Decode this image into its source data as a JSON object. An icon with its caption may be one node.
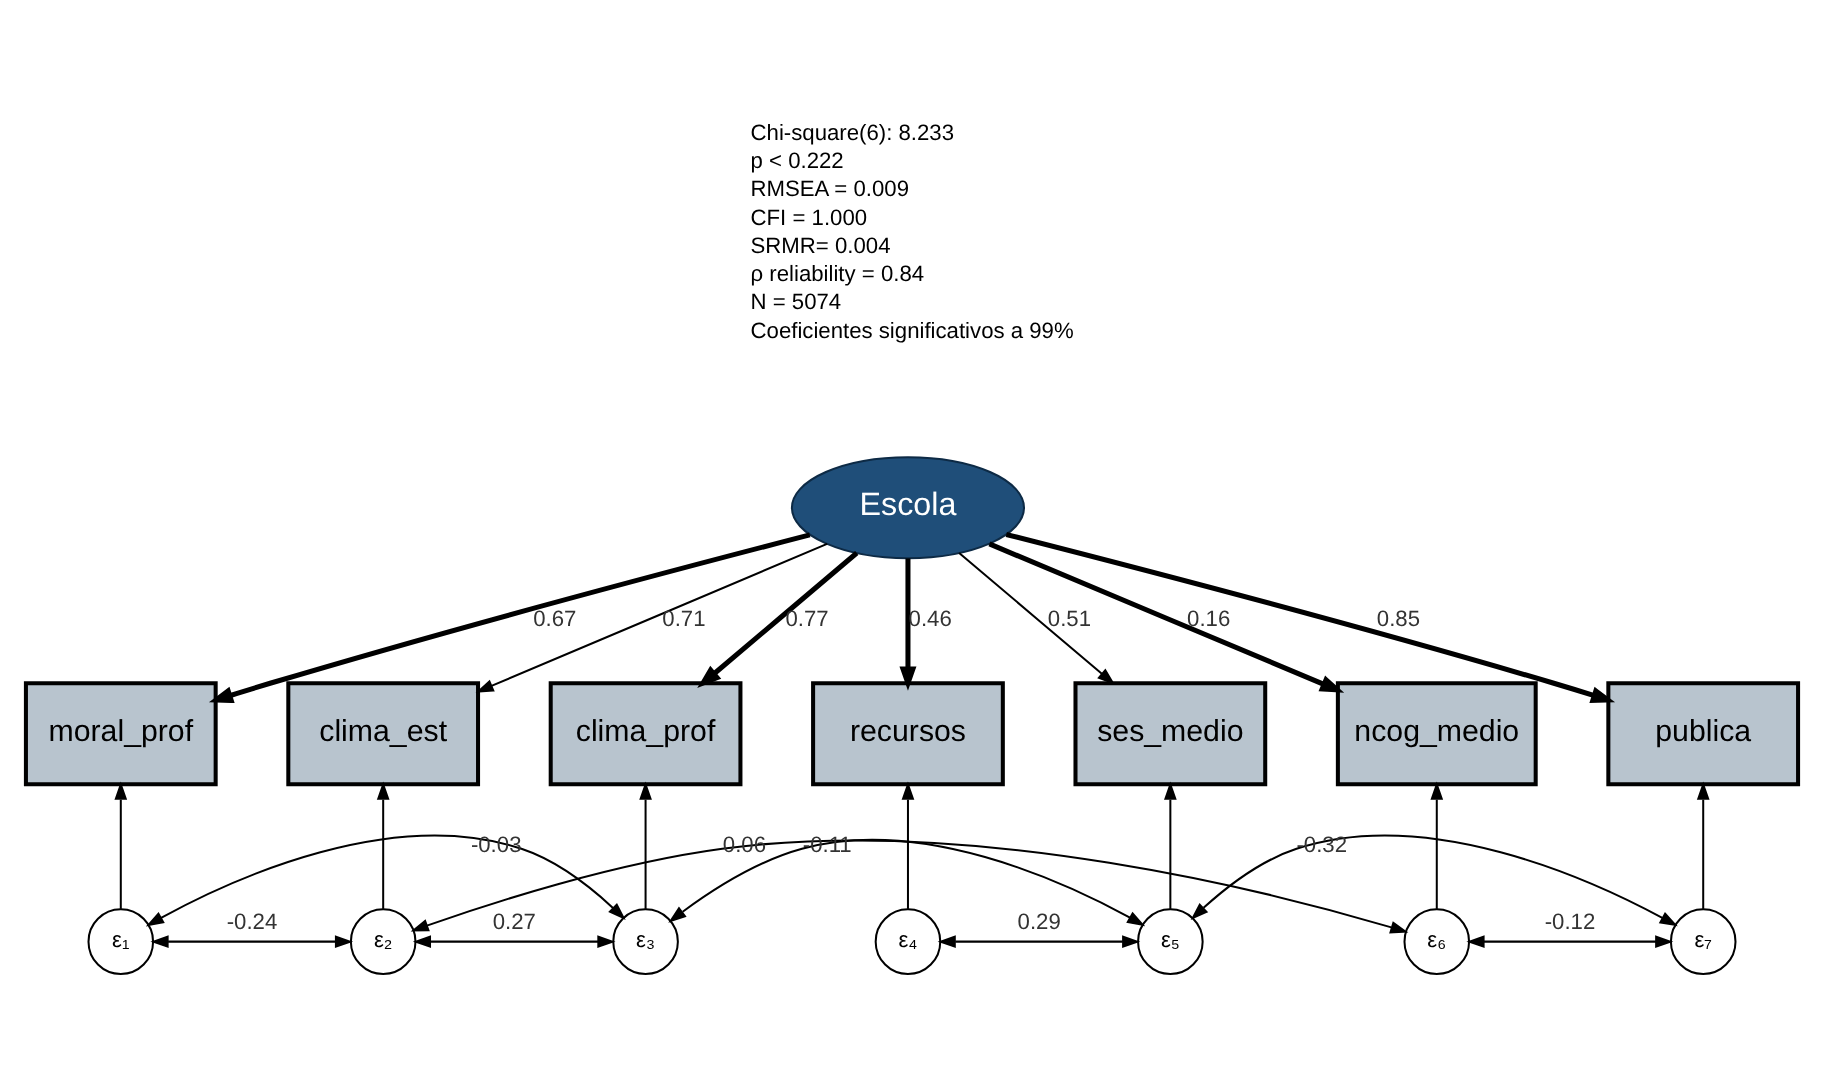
{
  "diagram": {
    "nodes": [
      {
        "text": [
          "Escola"
        ]
      },
      {
        "text": [
          "moral_prof"
        ]
      },
      {
        "text": [
          "clima_est"
        ]
      },
      {
        "text": [
          "clima_prof"
        ]
      },
      {
        "text": [
          "recursos"
        ]
      },
      {
        "text": [
          "ses_medio"
        ]
      },
      {
        "text": [
          "ncog_medio"
        ]
      },
      {
        "text": [
          "publica"
        ]
      },
      {
        "text": [
          "ε₁"
        ]
      },
      {
        "text": [
          "ε₂"
        ]
      },
      {
        "text": [
          "ε₃"
        ]
      },
      {
        "text": [
          "ε₄"
        ]
      },
      {
        "text": [
          "ε₅"
        ]
      },
      {
        "text": [
          "ε₆"
        ]
      },
      {
        "text": [
          "ε₇"
        ]
      }
    ],
    "edges": [
      {
        "from": 0,
        "to": 1,
        "arrow": "to",
        "label": "0.67",
        "style": "thick"
      },
      {
        "from": 0,
        "to": 2,
        "arrow": "to",
        "label": "0.71"
      },
      {
        "from": 0,
        "to": 3,
        "arrow": "to",
        "label": "0.77",
        "style": "thick"
      },
      {
        "from": 0,
        "to": 4,
        "arrow": "to",
        "label": "0.46",
        "style": "thick"
      },
      {
        "from": 0,
        "to": 5,
        "arrow": "to",
        "label": "0.51"
      },
      {
        "from": 0,
        "to": 6,
        "arrow": "to",
        "label": "0.16",
        "style": "thick"
      },
      {
        "from": 0,
        "to": 7,
        "arrow": "to",
        "label": "0.85",
        "style": "thick"
      },
      {
        "from": 8,
        "to": 1,
        "arrow": "to"
      },
      {
        "from": 9,
        "to": 2,
        "arrow": "to"
      },
      {
        "from": 10,
        "to": 3,
        "arrow": "to"
      },
      {
        "from": 11,
        "to": 4,
        "arrow": "to"
      },
      {
        "from": 12,
        "to": 5,
        "arrow": "to"
      },
      {
        "from": 13,
        "to": 6,
        "arrow": "to"
      },
      {
        "from": 14,
        "to": 7,
        "arrow": "to"
      },
      {
        "from": 8,
        "to": 9,
        "arrow": "both",
        "label": "-0.24"
      },
      {
        "from": 9,
        "to": 10,
        "arrow": "both",
        "label": "0.27"
      },
      {
        "from": 8,
        "to": 10,
        "arrow": "both",
        "label": "-0.03"
      },
      {
        "from": 10,
        "to": 12,
        "arrow": "both",
        "label": "-0.11"
      },
      {
        "from": 11,
        "to": 12,
        "arrow": "both",
        "label": "0.29"
      },
      {
        "from": 9,
        "to": 13,
        "arrow": "both",
        "label": "0.06"
      },
      {
        "from": 12,
        "to": 14,
        "arrow": "both",
        "label": "-0.32"
      },
      {
        "from": 13,
        "to": 14,
        "arrow": "both",
        "label": "-0.12"
      }
    ],
    "labels": [
      "Chi-square(6): 8.233",
      "p < 0.222",
      "RMSEA = 0.009",
      "CFI = 1.000",
      "SRMR= 0.004",
      "ρ reliability = 0.84",
      "N = 5074",
      "Coeficientes significativos a 99%"
    ]
  }
}
